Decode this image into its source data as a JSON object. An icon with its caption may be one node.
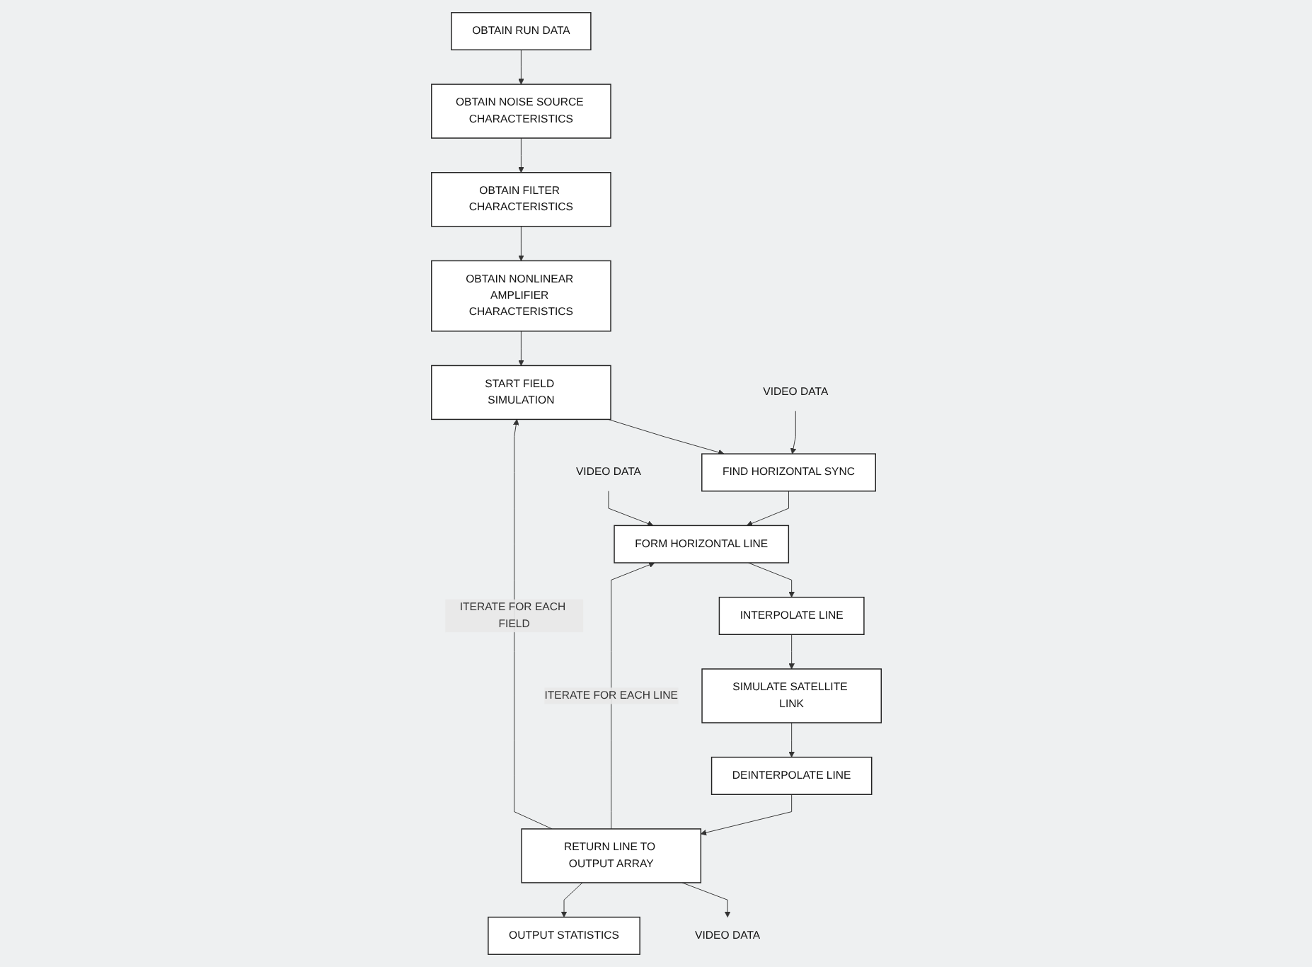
{
  "diagram": {
    "nodes": [
      {
        "text": [
          "OBTAIN RUN DATA"
        ]
      },
      {
        "text": [
          "OBTAIN NOISE SOURCE CHARACTERISTICS"
        ]
      },
      {
        "text": [
          "OBTAIN FILTER CHARACTERISTICS"
        ]
      },
      {
        "text": [
          "OBTAIN NONLINEAR AMPLIFIER CHARACTERISTICS"
        ]
      },
      {
        "text": [
          "START FIELD SIMULATION"
        ]
      },
      {
        "text": [
          "FIND HORIZONTAL SYNC"
        ]
      },
      {
        "text": [
          "VIDEO DATA"
        ]
      },
      {
        "text": [
          "FORM HORIZONTAL LINE"
        ]
      },
      {
        "text": [
          "INTERPOLATE LINE"
        ]
      },
      {
        "text": [
          "SIMULATE SATELLITE LINK"
        ]
      },
      {
        "text": [
          "DEINTERPOLATE LINE"
        ]
      },
      {
        "text": [
          "RETURN LINE TO OUTPUT ARRAY"
        ]
      },
      {
        "text": [
          "VIDEO DATA"
        ]
      },
      {
        "text": [
          "VIDEO DATA"
        ]
      },
      {
        "text": [
          "OUTPUT STATISTICS"
        ]
      }
    ],
    "edges": [
      {
        "from": 0,
        "to": 1,
        "arrow": "to"
      },
      {
        "from": 1,
        "to": 2,
        "arrow": "to"
      },
      {
        "from": 2,
        "to": 3,
        "arrow": "to"
      },
      {
        "from": 3,
        "to": 4,
        "arrow": "to"
      },
      {
        "from": 4,
        "to": 5,
        "arrow": "to"
      },
      {
        "from": 6,
        "to": 5,
        "arrow": "to"
      },
      {
        "from": 5,
        "to": 7,
        "arrow": "to"
      },
      {
        "from": 7,
        "to": 8,
        "arrow": "to"
      },
      {
        "from": 8,
        "to": 9,
        "arrow": "to"
      },
      {
        "from": 9,
        "to": 10,
        "arrow": "to"
      },
      {
        "from": 10,
        "to": 11,
        "arrow": "to"
      },
      {
        "from": 11,
        "to": 12,
        "arrow": "to"
      },
      {
        "from": 13,
        "to": 7,
        "arrow": "to"
      },
      {
        "from": 11,
        "to": 7,
        "arrow": "to",
        "label": "ITERATE FOR EACH LINE"
      },
      {
        "from": 11,
        "to": 4,
        "arrow": "to",
        "label": "ITERATE FOR EACH FIELD"
      },
      {
        "from": 11,
        "to": 14,
        "arrow": "to"
      }
    ]
  }
}
